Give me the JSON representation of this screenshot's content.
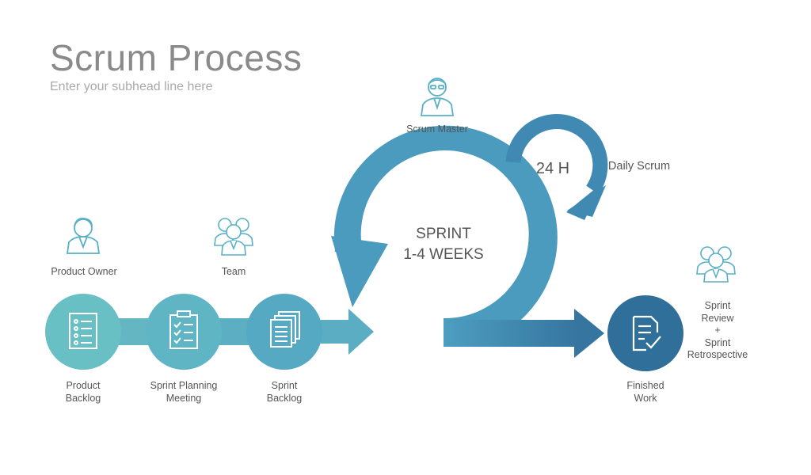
{
  "header": {
    "title": "Scrum Process",
    "subhead": "Enter your subhead line here"
  },
  "roles": {
    "scrum_master": "Scrum Master",
    "product_owner": "Product Owner",
    "team": "Team"
  },
  "sprint": {
    "line1": "SPRINT",
    "line2": "1-4 WEEKS"
  },
  "daily": {
    "duration": "24 H",
    "label": "Daily Scrum"
  },
  "stages": {
    "product_backlog": [
      "Product",
      "Backlog"
    ],
    "sprint_planning": [
      "Sprint Planning",
      "Meeting"
    ],
    "sprint_backlog": [
      "Sprint",
      "Backlog"
    ],
    "finished_work": [
      "Finished",
      "Work"
    ]
  },
  "review": {
    "line1": "Sprint",
    "line2": "Review",
    "plus": "+",
    "line3": "Sprint",
    "line4": "Retrospective"
  },
  "colors": {
    "light_teal": "#68bfc4",
    "mid_blue": "#4a9bbd",
    "dark_blue": "#2f6f99",
    "icon_stroke": "#59b0c6"
  },
  "icons": [
    "person-icon",
    "team-icon",
    "document-list-icon",
    "clipboard-check-icon",
    "stacked-documents-icon",
    "document-check-icon"
  ]
}
